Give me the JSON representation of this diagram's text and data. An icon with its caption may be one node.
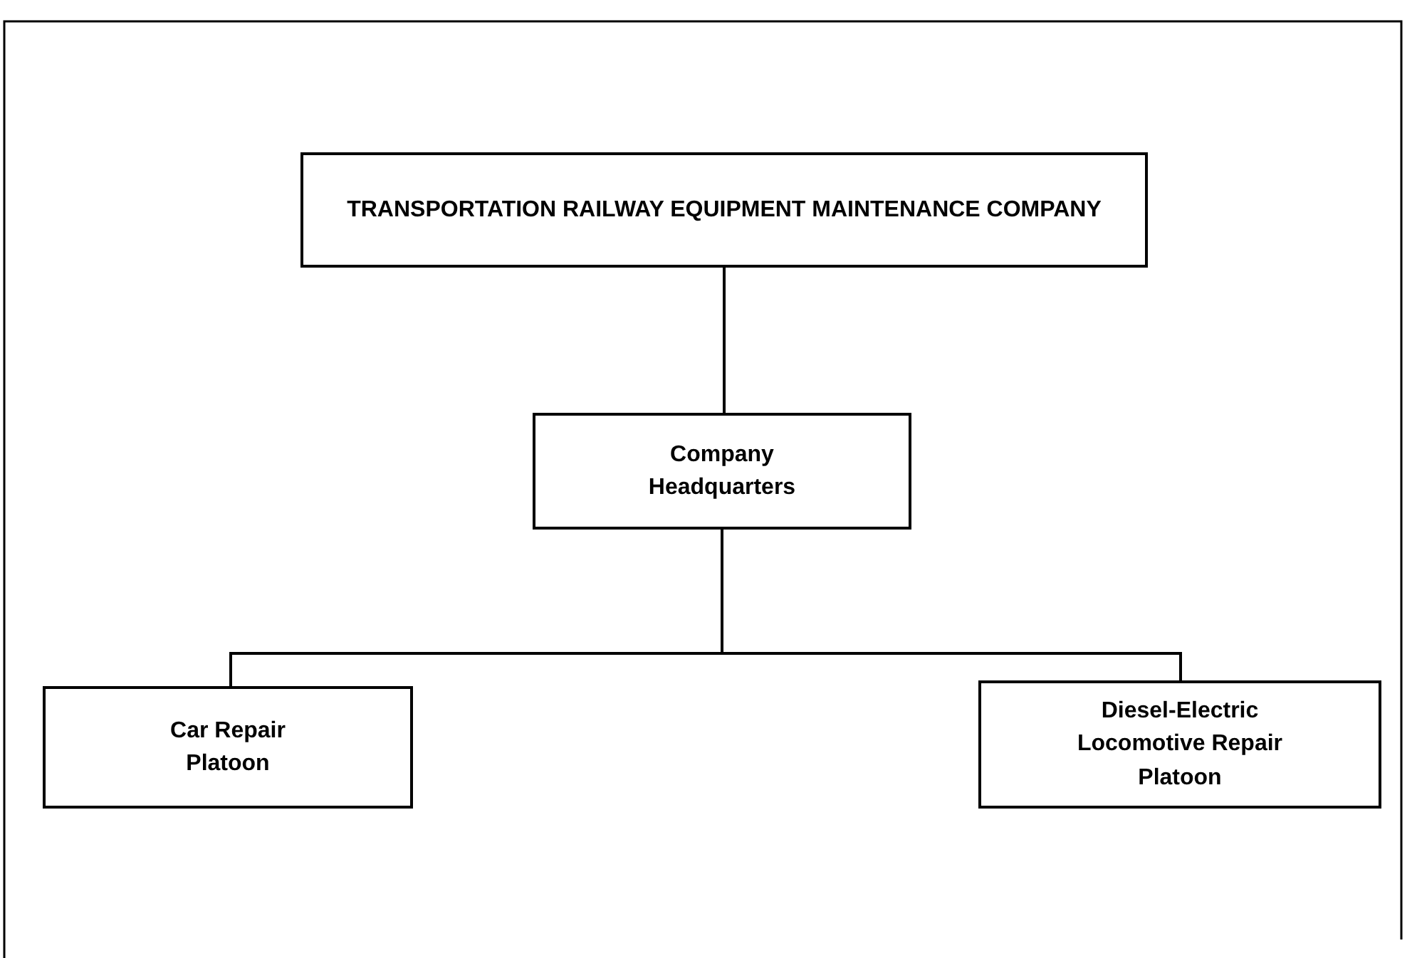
{
  "diagram": {
    "nodes": [
      {
        "text": [
          "TRANSPORTATION RAILWAY EQUIPMENT MAINTENANCE COMPANY"
        ]
      },
      {
        "text": [
          "Company Headquarters"
        ]
      },
      {
        "text": [
          "Car Repair Platoon"
        ]
      },
      {
        "text": [
          "Diesel-Electric Locomotive Repair Platoon"
        ]
      }
    ],
    "edges": [
      {
        "from": 0,
        "to": 1,
        "arrow": "none"
      },
      {
        "from": 1,
        "to": 2,
        "arrow": "none"
      },
      {
        "from": 1,
        "to": 3,
        "arrow": "none"
      }
    ]
  }
}
